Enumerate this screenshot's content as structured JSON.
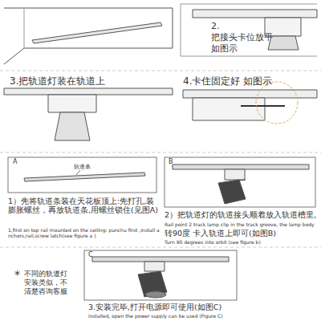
{
  "diagram": {
    "labels": [
      "2.",
      "把接头卡位放平",
      "如图示",
      "3.把轨道灯装在轨道上",
      "4.卡住固定好 如图示",
      "A",
      "轨道条",
      "1）先将轨道条装在天花板顶上:先打孔,装膨胀螺丝，再放轨道条,用螺丝锁住(见图A)",
      "1,first on top rail mounted on the ceiling: punchu first ,install anchors,rail,screw latch(see figure a )",
      "B",
      "2）把轨道灯的轨道接头顺着放入轨道槽里,",
      "Rail point 2 track lamp clip in the track groove, the lamp body",
      "转90度 卡入轨道上即可(如图B)",
      "Turn 90 degrees into orbit (see figure b)",
      "C",
      "*",
      "不同的轨道灯安装类似，不清楚咨询客服",
      "3.安装完毕,打开电源即可使用(如图C)",
      "installed, open the power supply can be used (Figure C)"
    ]
  }
}
